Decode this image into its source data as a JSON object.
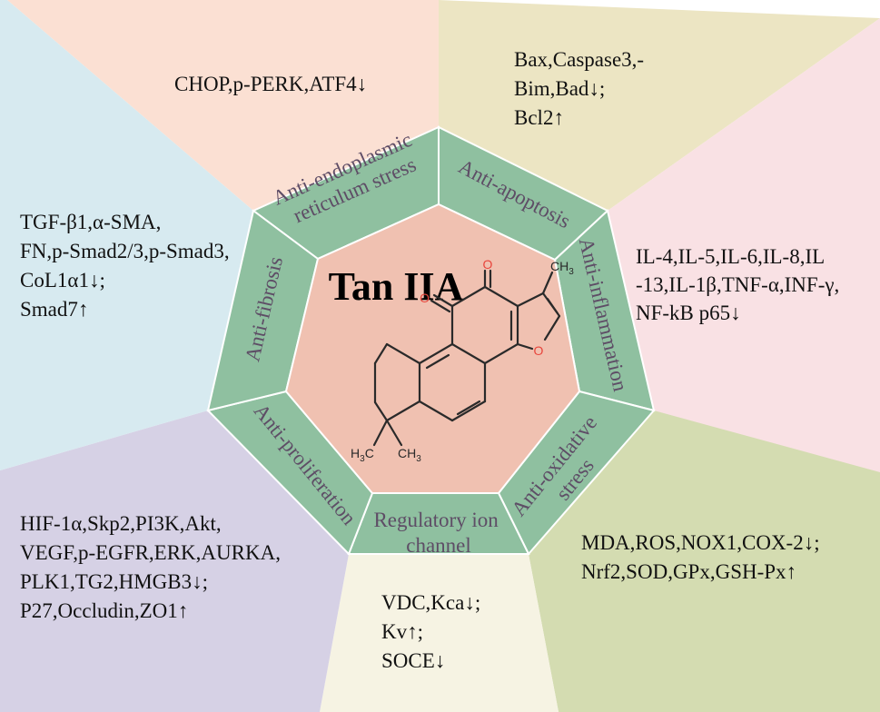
{
  "center": {
    "title": "Tan IIA",
    "molecule": {
      "oxygen_1": "O",
      "oxygen_2": "O",
      "oxygen_furan": "O",
      "methyl_top": "CH",
      "methyl_top_sub": "3",
      "methyl_left": "H",
      "methyl_left_sub": "3",
      "methyl_left_c": "C",
      "methyl_right": "CH",
      "methyl_right_sub": "3"
    }
  },
  "mechanisms": [
    {
      "id": "anti-endoplasmic-reticulum-stress",
      "label_line1": "Anti-endoplasmic",
      "label_line2": "reticulum stress"
    },
    {
      "id": "anti-apoptosis",
      "label_line1": "Anti-apoptosis"
    },
    {
      "id": "anti-inflammation",
      "label_line1": "Anti-inflammation"
    },
    {
      "id": "anti-oxidative-stress",
      "label_line1": "Anti-oxidative",
      "label_line2": "stress"
    },
    {
      "id": "regulatory-ion-channel",
      "label_line1": "Regulatory ion",
      "label_line2": "channel"
    },
    {
      "id": "anti-proliferation",
      "label_line1": "Anti-proliferation"
    },
    {
      "id": "anti-fibrosis",
      "label_line1": "Anti-fibrosis"
    }
  ],
  "markers": {
    "er_stress": [
      "CHOP,p-PERK,ATF4↓"
    ],
    "apoptosis": [
      "Bax,Caspase3,-",
      "Bim,Bad↓;",
      "Bcl2↑"
    ],
    "inflammation": [
      "IL-4,IL-5,IL-6,IL-8,IL",
      "-13,IL-1β,TNF-α,INF-γ,",
      "NF-kB p65↓"
    ],
    "oxidative": [
      "MDA,ROS,NOX1,COX-2↓;",
      "Nrf2,SOD,GPx,GSH-Px↑"
    ],
    "ion_channel": [
      "VDC,Kca↓;",
      "Kv↑;",
      "SOCE↓"
    ],
    "proliferation": [
      "HIF-1α,Skp2,PI3K,Akt,",
      "VEGF,p-EGFR,ERK,AURKA,",
      "PLK1,TG2,HMGB3↓;",
      "P27,Occludin,ZO1↑"
    ],
    "fibrosis": [
      "TGF-β1,α-SMA,",
      "FN,p-Smad2/3,p-Smad3,",
      "CoL1α1↓;",
      "Smad7↑"
    ]
  },
  "colors": {
    "sector_er_stress": "#fbe0d3",
    "sector_apoptosis": "#ece5c3",
    "sector_inflammation": "#f9e1e4",
    "sector_oxidative": "#d4dcb1",
    "sector_ion_channel": "#f6f3e3",
    "sector_proliferation": "#d6d1e5",
    "sector_fibrosis": "#d7eaf0",
    "ring": "#8fc0a0",
    "ring_edge": "#ffffff",
    "center_fill": "#f0c1b1",
    "text_mechanism": "#5e4d66",
    "bond": "#2a2a2a",
    "oxygen": "#e8453c"
  }
}
